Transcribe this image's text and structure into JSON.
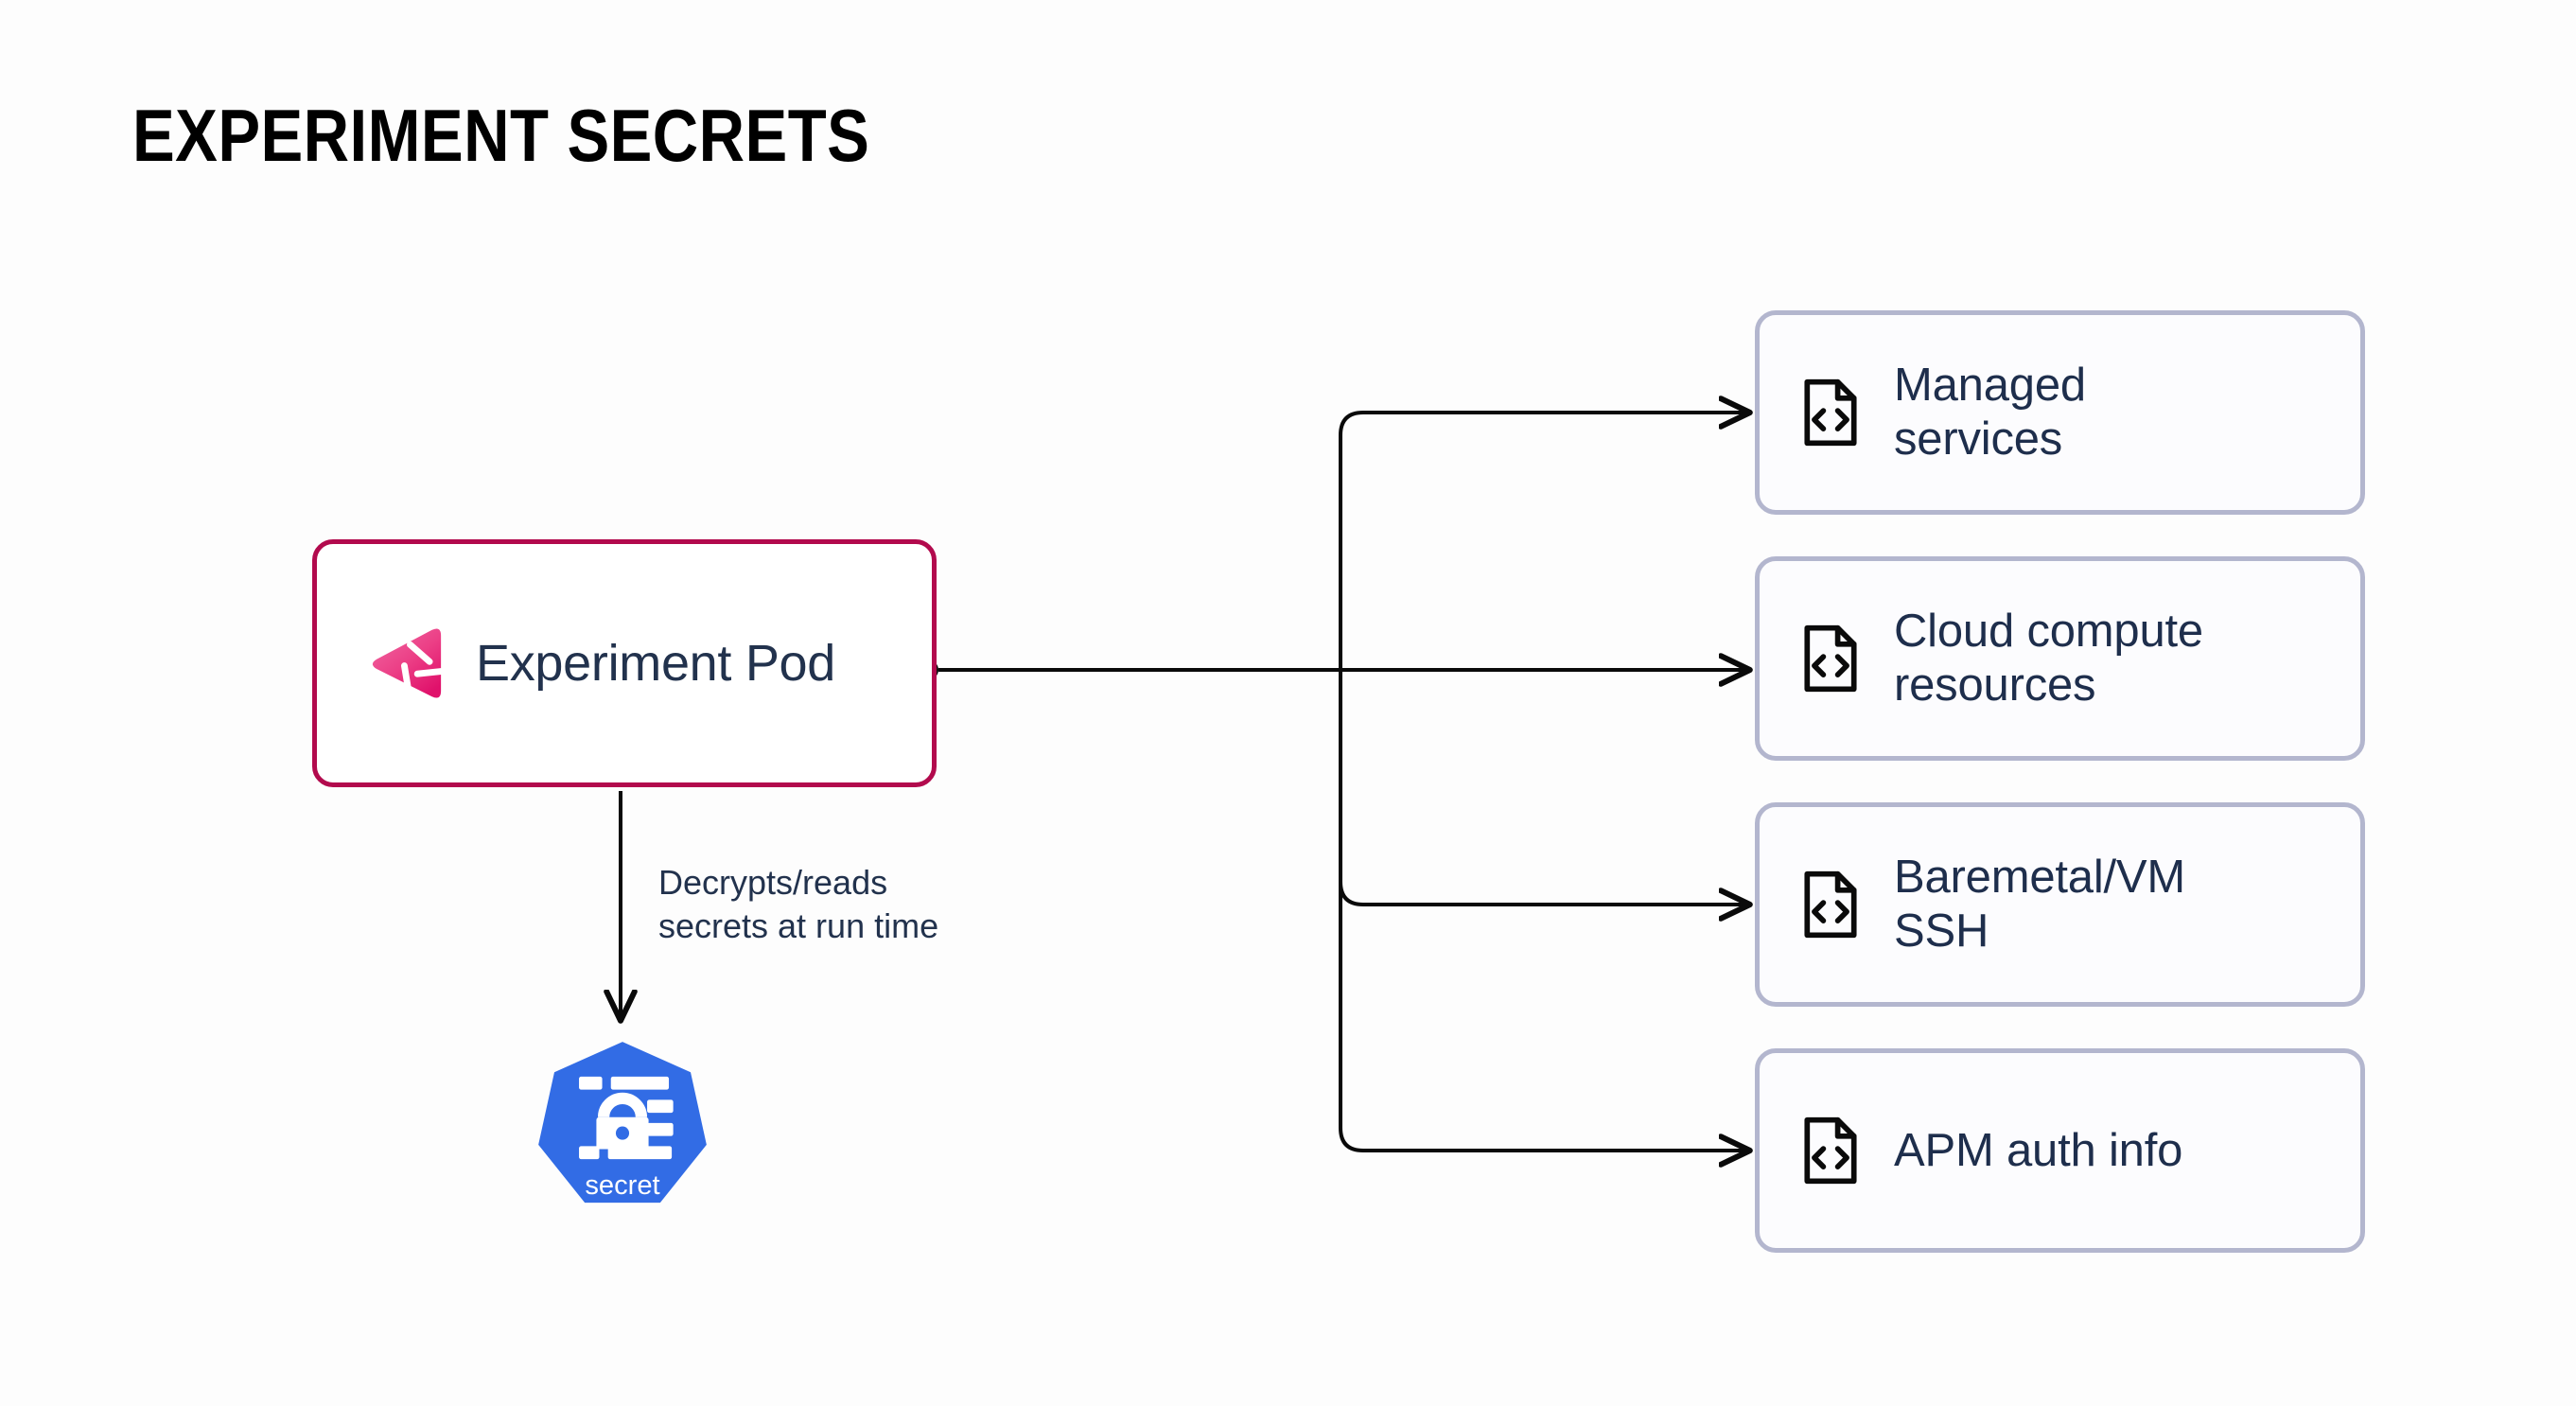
{
  "page": {
    "title": "EXPERIMENT SECRETS",
    "background_color": "#fdfdfd"
  },
  "colors": {
    "title_text": "#000000",
    "node_text": "#22324d",
    "pod_border": "#b20a4d",
    "pod_logo_gradient_start": "#f472a3",
    "pod_logo_gradient_end": "#e01a6f",
    "card_border": "#b3b6ce",
    "card_background": "#fcfcfe",
    "card_text": "#1e2e4c",
    "card_icon": "#0a0a0a",
    "connector": "#0a0a0a",
    "k8s_blue": "#326ce5",
    "k8s_icon_white": "#ffffff"
  },
  "pod_node": {
    "label": "Experiment Pod",
    "logo_icon": "gremlin-logo-icon",
    "source_port_icon": "connector-source-dot"
  },
  "edge_label": {
    "line1": "Decrypts/reads",
    "line2": "secrets at run time"
  },
  "secret_node": {
    "label": "secret",
    "icon": "kubernetes-secret-icon",
    "shape": "heptagon"
  },
  "cards": [
    {
      "id": "managed-services",
      "icon": "file-code-icon",
      "line1": "Managed",
      "line2": "services"
    },
    {
      "id": "cloud-compute",
      "icon": "file-code-icon",
      "line1": "Cloud compute",
      "line2": "resources"
    },
    {
      "id": "baremetal-ssh",
      "icon": "file-code-icon",
      "line1": "Baremetal/VM",
      "line2": "SSH"
    },
    {
      "id": "apm-auth",
      "icon": "file-code-icon",
      "line1": "APM auth info",
      "line2": ""
    }
  ],
  "connections": [
    {
      "from": "pod-node",
      "to": "card-managed-services",
      "style": "orthogonal-arrow"
    },
    {
      "from": "pod-node",
      "to": "card-cloud-compute",
      "style": "straight-arrow"
    },
    {
      "from": "pod-node",
      "to": "card-baremetal-ssh",
      "style": "orthogonal-arrow"
    },
    {
      "from": "pod-node",
      "to": "card-apm-auth",
      "style": "orthogonal-arrow"
    },
    {
      "from": "pod-node",
      "to": "secret-node",
      "style": "vertical-arrow",
      "label": "Decrypts/reads secrets at run time"
    }
  ]
}
